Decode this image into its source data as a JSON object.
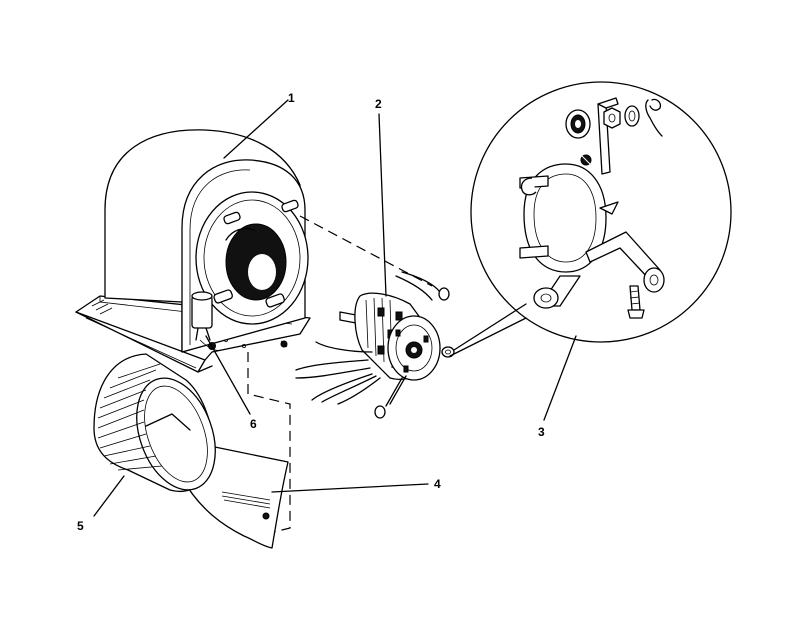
{
  "callouts": [
    {
      "id": "1"
    },
    {
      "id": "2"
    },
    {
      "id": "3"
    },
    {
      "id": "4"
    },
    {
      "id": "5"
    },
    {
      "id": "6"
    }
  ]
}
